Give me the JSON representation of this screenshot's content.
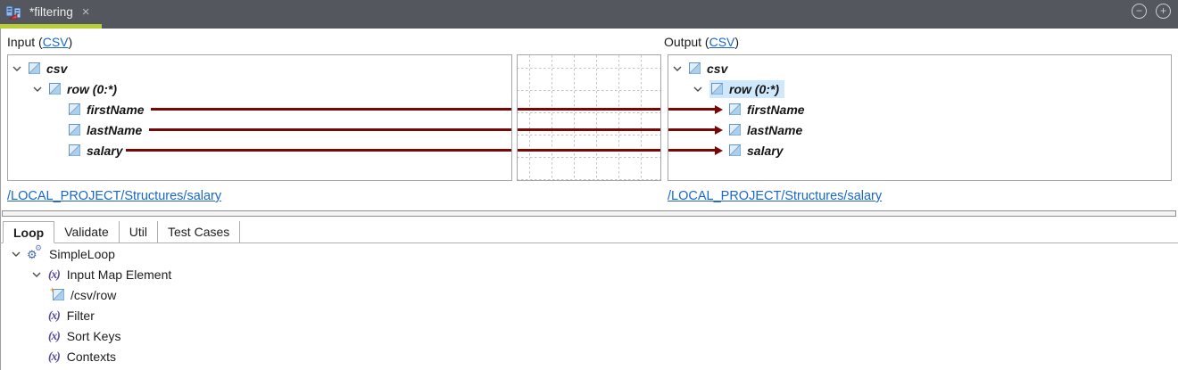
{
  "window": {
    "tab_title": "*filtering"
  },
  "icons": {
    "close": "×",
    "minimize": "−",
    "maximize": "+",
    "fx": "(x)",
    "gear": "⚙",
    "badge_plus": "+"
  },
  "colors": {
    "accent_green": "#b9cf3a",
    "titlebar": "#54575d",
    "map_line": "#7a0606",
    "link_blue": "#1b66c9",
    "selection": "#cfe8fb"
  },
  "input_panel": {
    "heading_prefix": "Input (",
    "heading_link": "CSV",
    "heading_suffix": ")",
    "tree": {
      "root": "csv",
      "row": "row (0:*)",
      "fields": [
        "firstName",
        "lastName",
        "salary"
      ]
    },
    "path_link": "/LOCAL_PROJECT/Structures/salary"
  },
  "output_panel": {
    "heading_prefix": "Output (",
    "heading_link": "CSV",
    "heading_suffix": ")",
    "tree": {
      "root": "csv",
      "row": "row (0:*)",
      "fields": [
        "firstName",
        "lastName",
        "salary"
      ]
    },
    "selected_node": "row (0:*)",
    "path_link": "/LOCAL_PROJECT/Structures/salary"
  },
  "mappings": [
    {
      "from": "firstName",
      "to": "firstName"
    },
    {
      "from": "lastName",
      "to": "lastName"
    },
    {
      "from": "salary",
      "to": "salary"
    }
  ],
  "bottom_tabs": {
    "active": "Loop",
    "tabs": [
      "Loop",
      "Validate",
      "Util",
      "Test Cases"
    ]
  },
  "loop_tree": {
    "root": "SimpleLoop",
    "input_map_element": "Input Map Element",
    "input_map_child": "/csv/row",
    "filter": "Filter",
    "sort_keys": "Sort Keys",
    "contexts": "Contexts"
  }
}
